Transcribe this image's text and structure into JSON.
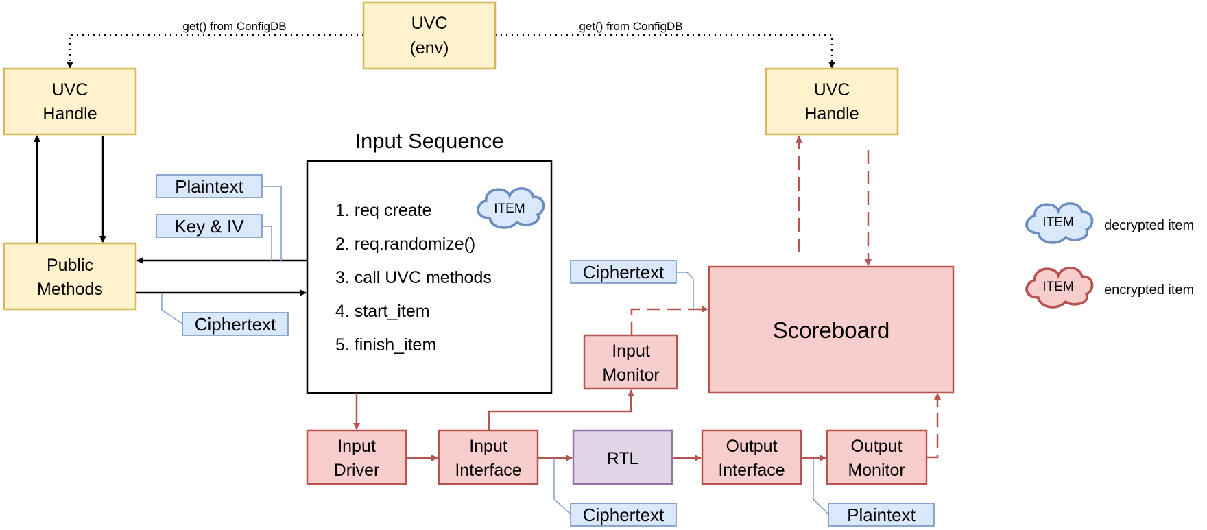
{
  "env": {
    "line1": "UVC",
    "line2": "(env)"
  },
  "config_left": "get() from ConfigDB",
  "config_right": "get() from ConfigDB",
  "handle_left": {
    "line1": "UVC",
    "line2": "Handle"
  },
  "handle_right": {
    "line1": "UVC",
    "line2": "Handle"
  },
  "public_methods": {
    "line1": "Public",
    "line2": "Methods"
  },
  "sequence": {
    "title": "Input Sequence",
    "steps": [
      "1. req create",
      "2. req.randomize()",
      "3. call UVC methods",
      "4. start_item",
      "5. finish_item"
    ],
    "cloud": "ITEM"
  },
  "labels": {
    "plaintext_top": "Plaintext",
    "key_iv": "Key & IV",
    "ciphertext_left": "Ciphertext",
    "ciphertext_scoreboard": "Ciphertext",
    "ciphertext_bottom": "Ciphertext",
    "plaintext_bottom": "Plaintext"
  },
  "scoreboard": "Scoreboard",
  "input_monitor": {
    "line1": "Input",
    "line2": "Monitor"
  },
  "pipeline": {
    "input_driver": {
      "line1": "Input",
      "line2": "Driver"
    },
    "input_interface": {
      "line1": "Input",
      "line2": "Interface"
    },
    "rtl": "RTL",
    "output_interface": {
      "line1": "Output",
      "line2": "Interface"
    },
    "output_monitor": {
      "line1": "Output",
      "line2": "Monitor"
    }
  },
  "legend": {
    "decrypted": {
      "cloud": "ITEM",
      "label": "decrypted item"
    },
    "encrypted": {
      "cloud": "ITEM",
      "label": "encrypted item"
    }
  },
  "colors": {
    "yellow_fill": "#fff2cc",
    "yellow_stroke": "#d6b656",
    "red_fill": "#f8cecc",
    "red_stroke": "#b85450",
    "purple_fill": "#e1d5e7",
    "purple_stroke": "#9673a6",
    "blue_fill": "#dae8fc",
    "blue_stroke": "#6c8ebf"
  }
}
